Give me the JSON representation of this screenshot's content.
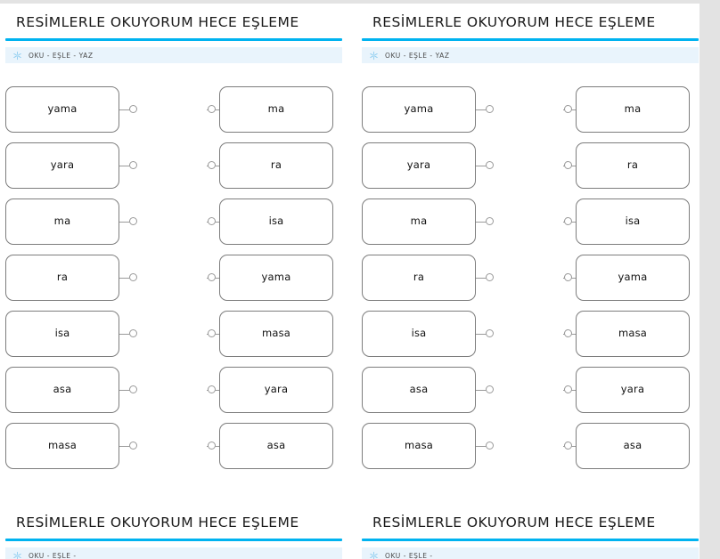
{
  "document": {
    "page_background": "#e3e3e3",
    "canvas_background": "#ffffff",
    "accent_color": "#00b3f0",
    "subtitle_bar_color": "#e9f4fc"
  },
  "worksheet": {
    "title": "RESİMLERLE OKUYORUM HECE EŞLEME",
    "subtitle_full": "OKU - EŞLE - YAZ",
    "subtitle_truncated": "OKU - EŞLE -",
    "subtitle_icon": "snowflake-icon"
  },
  "panels": [
    {
      "id": "panel-top-left",
      "title": "RESİMLERLE OKUYORUM HECE EŞLEME",
      "subtitle": "OKU - EŞLE - YAZ"
    },
    {
      "id": "panel-top-right",
      "title": "RESİMLERLE OKUYORUM HECE EŞLEME",
      "subtitle": "OKU - EŞLE - YAZ"
    },
    {
      "id": "panel-bottom-left",
      "title": "RESİMLERLE OKUYORUM HECE EŞLEME",
      "subtitle": "OKU - EŞLE -"
    },
    {
      "id": "panel-bottom-right",
      "title": "RESİMLERLE OKUYORUM HECE EŞLEME",
      "subtitle": "OKU - EŞLE -"
    }
  ],
  "matching": {
    "left_column": [
      {
        "label": "yama"
      },
      {
        "label": "yara"
      },
      {
        "label": "ma"
      },
      {
        "label": "ra"
      },
      {
        "label": "isa"
      },
      {
        "label": "asa"
      },
      {
        "label": "masa"
      }
    ],
    "right_column": [
      {
        "label": "ma"
      },
      {
        "label": "ra"
      },
      {
        "label": "isa"
      },
      {
        "label": "yama"
      },
      {
        "label": "masa"
      },
      {
        "label": "yara"
      },
      {
        "label": "asa"
      }
    ]
  }
}
